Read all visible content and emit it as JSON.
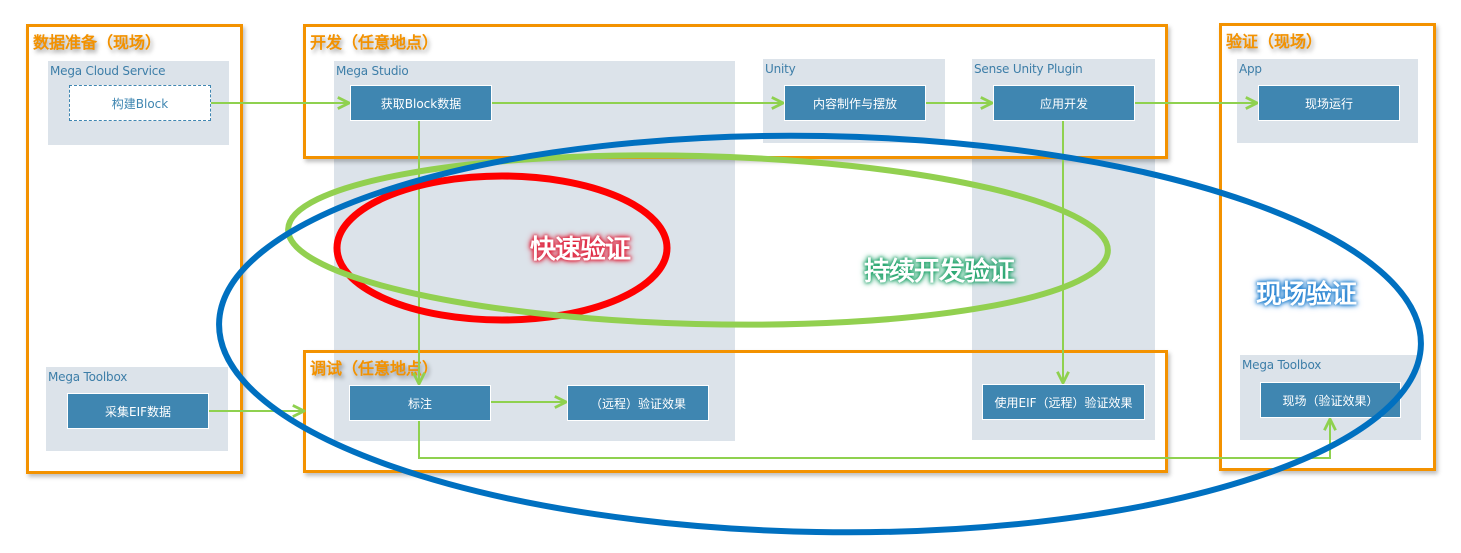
{
  "groups": {
    "data_prep": {
      "title": "数据准备（现场）"
    },
    "develop": {
      "title": "开发（任意地点）"
    },
    "debug": {
      "title": "调试（任意地点）"
    },
    "verify": {
      "title": "验证（现场）"
    }
  },
  "panels": {
    "mega_cloud_service": {
      "label": "Mega Cloud Service"
    },
    "mega_studio": {
      "label": "Mega Studio"
    },
    "unity": {
      "label": "Unity"
    },
    "sense_unity_plugin": {
      "label": "Sense Unity Plugin"
    },
    "app": {
      "label": "App"
    },
    "mega_toolbox_left": {
      "label": "Mega Toolbox"
    },
    "mega_toolbox_right": {
      "label": "Mega Toolbox"
    }
  },
  "nodes": {
    "build_block": "构建Block",
    "get_block_data": "获取Block数据",
    "content_create": "内容制作与摆放",
    "app_dev": "应用开发",
    "onsite_run": "现场运行",
    "collect_eif": "采集EIF数据",
    "annotate": "标注",
    "remote_verify": "（远程）验证效果",
    "eif_remote_verify": "使用EIF（远程）验证效果",
    "onsite_verify": "现场（验证效果）"
  },
  "regions": {
    "quick_verify": {
      "label": "快速验证",
      "color": "#ff0000"
    },
    "continuous_verify": {
      "label": "持续开发验证",
      "color": "#92d050"
    },
    "onsite_verify": {
      "label": "现场验证",
      "color": "#0070c0"
    }
  },
  "colors": {
    "group_border": "#f39200",
    "panel_bg": "#dce3ea",
    "node_bg": "#3f86b1",
    "connector": "#8fd14f"
  }
}
